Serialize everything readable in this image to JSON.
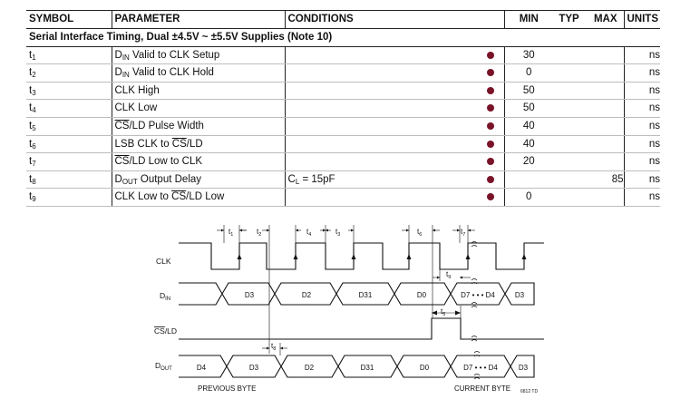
{
  "table": {
    "headers": {
      "symbol": "SYMBOL",
      "parameter": "PARAMETER",
      "conditions": "CONDITIONS",
      "min": "MIN",
      "typ": "TYP",
      "max": "MAX",
      "units": "UNITS"
    },
    "section_title": "Serial Interface Timing, Dual ±4.5V ~ ±5.5V Supplies (Note 10)",
    "rows": [
      {
        "symbol": "t",
        "symbol_sub": "1",
        "param_pre": "D",
        "param_sub": "IN",
        "param_post": " Valid to CLK Setup",
        "conditions": "",
        "min": "30",
        "typ": "",
        "max": "",
        "units": "ns"
      },
      {
        "symbol": "t",
        "symbol_sub": "2",
        "param_pre": "D",
        "param_sub": "IN",
        "param_post": " Valid to CLK Hold",
        "conditions": "",
        "min": "0",
        "typ": "",
        "max": "",
        "units": "ns"
      },
      {
        "symbol": "t",
        "symbol_sub": "3",
        "param_pre": "CLK High",
        "conditions": "",
        "min": "50",
        "typ": "",
        "max": "",
        "units": "ns"
      },
      {
        "symbol": "t",
        "symbol_sub": "4",
        "param_pre": "CLK Low",
        "conditions": "",
        "min": "50",
        "typ": "",
        "max": "",
        "units": "ns"
      },
      {
        "symbol": "t",
        "symbol_sub": "5",
        "param_ovl": "CS",
        "param_post": "/LD Pulse Width",
        "conditions": "",
        "min": "40",
        "typ": "",
        "max": "",
        "units": "ns"
      },
      {
        "symbol": "t",
        "symbol_sub": "6",
        "param_pre": "LSB CLK to ",
        "param_ovl": "CS",
        "param_post": "/LD",
        "conditions": "",
        "min": "40",
        "typ": "",
        "max": "",
        "units": "ns"
      },
      {
        "symbol": "t",
        "symbol_sub": "7",
        "param_ovl": "CS",
        "param_post": "/LD Low to CLK",
        "conditions": "",
        "min": "20",
        "typ": "",
        "max": "",
        "units": "ns"
      },
      {
        "symbol": "t",
        "symbol_sub": "8",
        "param_pre": "D",
        "param_sub": "OUT",
        "param_post": " Output Delay",
        "cond_pre": "C",
        "cond_sub": "L",
        "cond_post": " = 15pF",
        "min": "",
        "typ": "",
        "max": "85",
        "units": "ns"
      },
      {
        "symbol": "t",
        "symbol_sub": "9",
        "param_pre": "CLK Low to ",
        "param_ovl": "CS",
        "param_post": "/LD Low",
        "conditions": "",
        "min": "0",
        "typ": "",
        "max": "",
        "units": "ns"
      }
    ]
  },
  "diagram": {
    "signals": {
      "clk": "CLK",
      "din_pre": "D",
      "din_sub": "IN",
      "cs_ovl": "CS",
      "cs_post": "/LD",
      "dout_pre": "D",
      "dout_sub": "OUT"
    },
    "din_cells": [
      "D3",
      "D2",
      "D31",
      "D0",
      "D7 • • • D4",
      "D3"
    ],
    "dout_cells": [
      "D4",
      "D3",
      "D2",
      "D31",
      "D0",
      "D7 • • • D4",
      "D3"
    ],
    "timing_labels": {
      "t1": "t",
      "t1_sub": "1",
      "t2": "t",
      "t2_sub": "2",
      "t3": "t",
      "t3_sub": "3",
      "t4": "t",
      "t4_sub": "4",
      "t5": "t",
      "t5_sub": "5",
      "t6": "t",
      "t6_sub": "6",
      "t7": "t",
      "t7_sub": "7",
      "t8": "t",
      "t8_sub": "8",
      "t9": "t",
      "t9_sub": "9"
    },
    "previous_byte": "PREVIOUS BYTE",
    "current_byte": "CURRENT BYTE",
    "figure_code": "6812 TD"
  }
}
